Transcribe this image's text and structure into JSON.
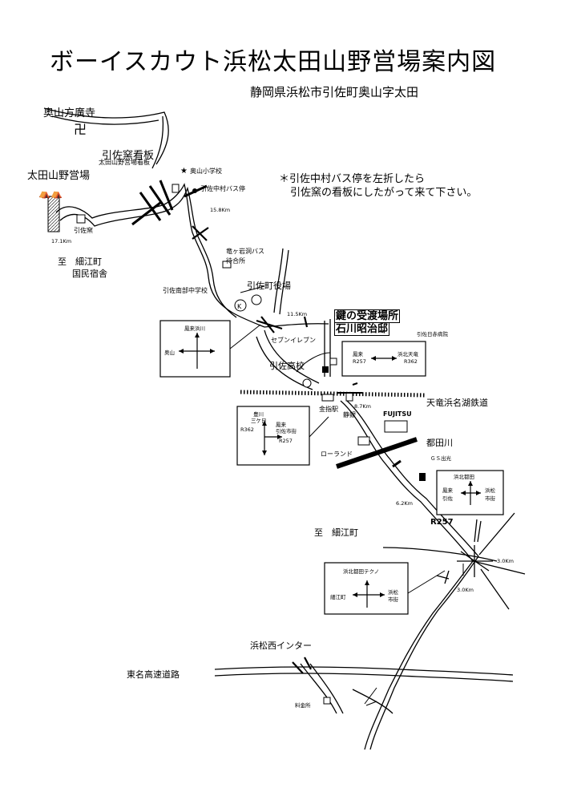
{
  "title": "ボーイスカウト浜松太田山野営場案内図",
  "address": "静岡県浜松市引佐町奥山字太田",
  "note": {
    "line1": "＊引佐中村バス停を左折したら",
    "line2": "引佐窯の看板にしたがって来て下さい。"
  },
  "places": {
    "temple": "奥山方廣寺",
    "campsite": "太田山野営場",
    "kiln_sign": "引佐窯看板",
    "camp_sign": "太田山野営場看板",
    "school_okuyama": "奥山小学校",
    "bus_nakamura": "引佐中村バス停",
    "kiln": "引佐窯",
    "dist_171": "17.1Km",
    "dist_158": "15.8Km",
    "to_hosoe": "至　細江町",
    "kokumin": "国民宿舎",
    "bus_ryugaiwa_1": "竜ヶ岩洞バス",
    "bus_ryugaiwa_2": "待合所",
    "hospital_school": "引佐南部中学校",
    "town_hall": "引佐町役場",
    "dist_115": "11.5Km",
    "key_place_1": "鍵の受渡場所",
    "key_place_2": "石川昭治邸",
    "red_cross": "引佐日赤病院",
    "seven_eleven": "セブンイレブン",
    "high_school": "引佐高校",
    "railway": "天竜浜名湖鉄道",
    "kanasashi": "金指駅",
    "shizugin": "静銀",
    "dist_87": "8.7Km",
    "fujitsu": "FUJITSU",
    "roland": "ローランド",
    "tsuda_river": "都田川",
    "gs": "ＧＳ出光",
    "dist_62": "6.2Km",
    "r257": "R257",
    "to_hosoe2": "至　細江町",
    "dist_30a": "3.0Km",
    "dist_30b": "3.0Km",
    "interchange": "浜松西インター",
    "expressway": "東名高速道路",
    "tollgate": "料金所"
  },
  "intersections": {
    "a": {
      "top": "鳳来浜川",
      "left": "奥山"
    },
    "b": {
      "left1": "鳳来",
      "left2": "R257",
      "right1": "浜北天竜",
      "right2": "R362"
    },
    "c": {
      "top1": "豊川",
      "top2": "三ケ日",
      "left": "R362",
      "right1": "鳳来",
      "right2": "引佐市街",
      "bottom": "R257"
    },
    "d": {
      "top": "浜北都田",
      "left1": "鳳来",
      "left2": "引佐",
      "right1": "浜松",
      "right2": "市街"
    },
    "e": {
      "top": "浜北都田テクノ",
      "left": "細江町",
      "right1": "浜松",
      "right2": "市街"
    }
  }
}
